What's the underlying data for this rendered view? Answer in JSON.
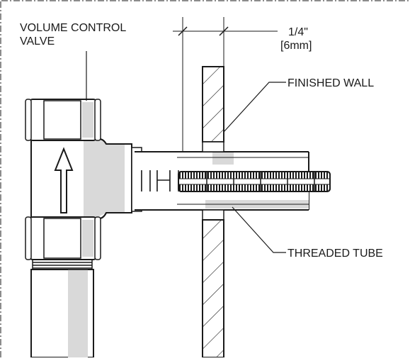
{
  "labels": {
    "valve_line1": "VOLUME CONTROL",
    "valve_line2": "VALVE",
    "dim_fraction": "1/4\"",
    "dim_metric": "[6mm]",
    "finished_wall": "FINISHED WALL",
    "threaded_tube": "THREADED TUBE"
  },
  "colors": {
    "line": "#1a1a1a",
    "shade": "#d9d9d9",
    "background": "#ffffff"
  }
}
